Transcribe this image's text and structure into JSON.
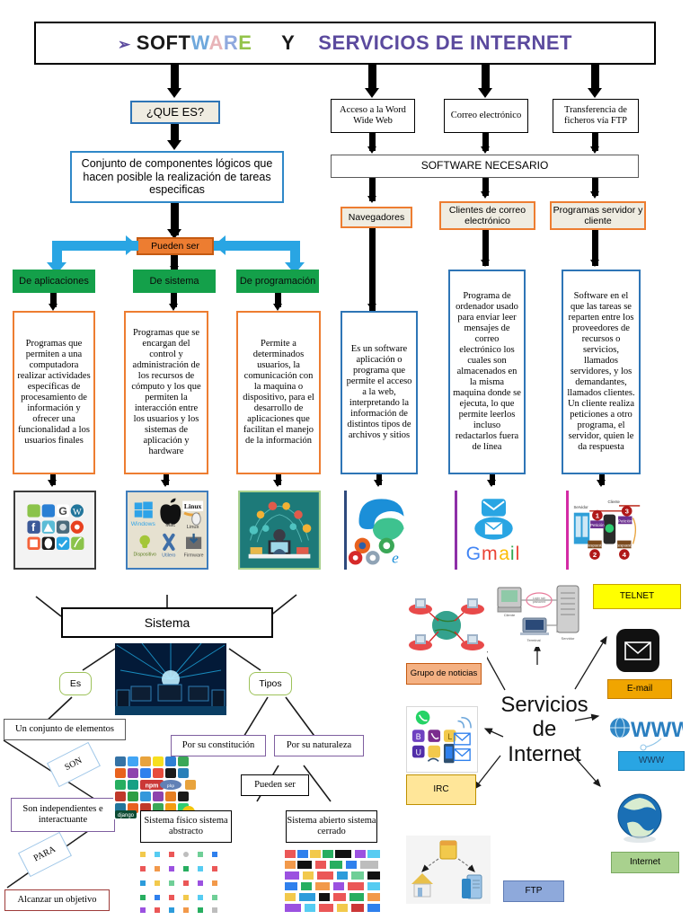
{
  "title": {
    "bullet": "➢",
    "parts": [
      {
        "text": "SOFT",
        "color": "#1a1a1a"
      },
      {
        "text": "W",
        "color": "#6fa8dc"
      },
      {
        "text": "A",
        "color": "#e8b4b8"
      },
      {
        "text": "R",
        "color": "#8fa9de"
      },
      {
        "text": "E",
        "color": "#93c34a"
      }
    ],
    "y_label": "Y",
    "rest": "SERVICIOS   DE    INTERNET",
    "full_text": "➢ SOFTWARE  Y  SERVICIOS DE INTERNET"
  },
  "software_branch": {
    "question": "¿QUE ES?",
    "definition": "Conjunto de componentes lógicos que hacen posible la realización de tareas especificas",
    "pueden_ser": "Pueden ser",
    "types": [
      {
        "label": "De aplicaciones",
        "description": "Programas que permiten a una computadora realizar actividades específicas de procesamiento de información y ofrecer una funcionalidad a los usuarios finales",
        "image": "app-icons-collage"
      },
      {
        "label": "De sistema",
        "description": "Programas que se encargan del control y administración de los recursos de cómputo y los que permiten la interacción entre los usuarios y los sistemas de aplicación y hardware",
        "image": "os-logos-windows-apple-linux"
      },
      {
        "label": "De programación",
        "description": "Permite a determinados usuarios, la comunicación con la maquina o dispositivo, para el desarrollo de aplicaciones que facilitan el manejo de la información",
        "image": "developer-illustration"
      }
    ]
  },
  "internet_branch": {
    "services": [
      {
        "label": "Acceso a la Word Wide Web"
      },
      {
        "label": "Correo electrónico"
      },
      {
        "label": "Transferencia de ficheros vía FTP"
      }
    ],
    "software_necesario": "SOFTWARE NECESARIO",
    "tools": [
      {
        "label": "Navegadores",
        "description": "Es un software aplicación o programa que permite el acceso a la web, interpretando la información de distintos tipos de archivos y sitios",
        "image": "browser-logos-edge-firefox-chrome"
      },
      {
        "label": "Clientes de correo electrónico",
        "description": "Programa de ordenador usado para enviar leer mensajes de correo electrónico los cuales son almacenados en la misma maquina donde se ejecuta, lo que permite leerlos incluso redactarlos fuera de línea",
        "image": "gmail-envelope-logo"
      },
      {
        "label": "Programas servidor y cliente",
        "description": "Software en el que las tareas se reparten entre los proveedores de recursos o servicios, llamados servidores, y los demandantes, llamados clientes. Un cliente realiza peticiones a otro programa, el servidor, quien le da respuesta",
        "image": "client-server-diagram"
      }
    ]
  },
  "sistema_branch": {
    "root": "Sistema",
    "image_center": "network-computers-blue",
    "es_label": "Es",
    "tipos_label": "Tipos",
    "es_chain": [
      {
        "label": "Un conjunto de elementos"
      },
      {
        "connector": "SON"
      },
      {
        "label": "Son independientes e interactuante"
      },
      {
        "connector": "PARA"
      },
      {
        "label": "Alcanzar un objetivo"
      }
    ],
    "es_image": "programming-language-logos",
    "tipos": [
      {
        "label": "Por su constitución"
      },
      {
        "label": "Por su naturaleza"
      }
    ],
    "pueden_ser": "Pueden ser",
    "tipos_results": [
      {
        "label": "Sistema físico sistema abstracto",
        "image": "flat-icon-grid"
      },
      {
        "label": "Sistema abierto sistema cerrado",
        "image": "brand-logos-collage"
      }
    ]
  },
  "servicios_internet": {
    "center_title": "Servicios de Internet",
    "center_lines": [
      "Servicios",
      "de",
      "Internet"
    ],
    "items": [
      {
        "label": "TELNET",
        "color": "#ffff00",
        "border": "#c8a400",
        "image": "telnet-terminal-server"
      },
      {
        "label": "E-mail",
        "color": "#f0a500",
        "border": "#c07c00",
        "image": "black-envelope-icon"
      },
      {
        "label": "WWW",
        "color": "#29a5e3",
        "border": "#1a7fb5",
        "image": "www-blue-text"
      },
      {
        "label": "Internet",
        "color": "#a9d18e",
        "border": "#7aa862",
        "image": "blue-globe"
      },
      {
        "label": "FTP",
        "color": "#8ea9db",
        "border": "#5f7cb5",
        "image": "ftp-file-transfer"
      },
      {
        "label": "IRC",
        "color": "#ffe699",
        "border": "#bf9000",
        "image": "chat-apps-icons"
      },
      {
        "label": "Grupo de noticias",
        "color": "#f4b183",
        "border": "#c55a11",
        "image": "newsgroup-network-globe"
      }
    ]
  }
}
